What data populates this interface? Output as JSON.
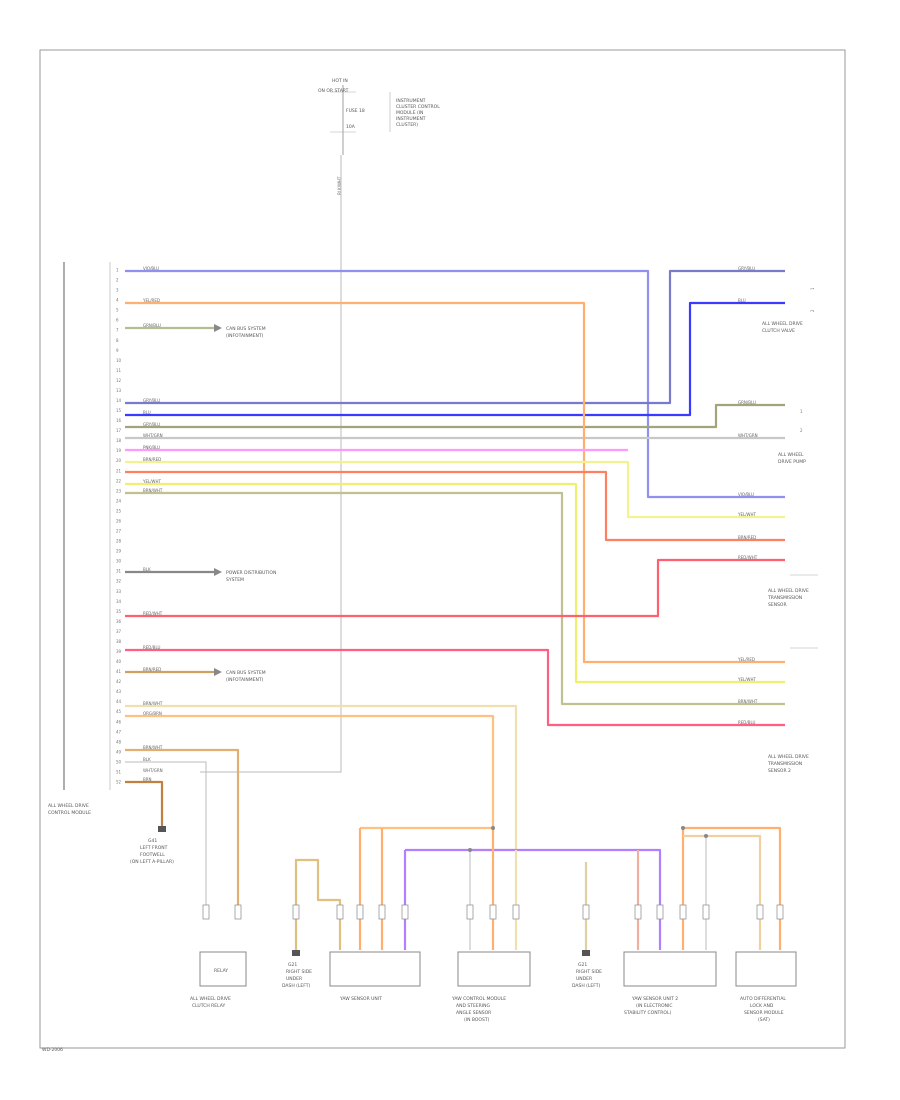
{
  "diagram": {
    "footer_id": "WD-2006",
    "top_connector": {
      "lines": [
        "HOT IN",
        "ON OR START",
        "FUSE 18",
        "10A"
      ],
      "label": [
        "INSTRUMENT",
        "CLUSTER CONTROL",
        "MODULE (IN",
        "INSTRUMENT",
        "CLUSTER)"
      ],
      "wire": "BLK/WHT"
    },
    "module_label": [
      "ALL WHEEL DRIVE",
      "CONTROL MODULE"
    ],
    "pins": [
      "1",
      "2",
      "3",
      "4",
      "5",
      "6",
      "7",
      "8",
      "9",
      "10",
      "11",
      "12",
      "13",
      "14",
      "15",
      "16",
      "17",
      "18",
      "19",
      "20",
      "21",
      "22",
      "23",
      "24",
      "25",
      "26",
      "27",
      "28",
      "29",
      "30",
      "31",
      "32",
      "33",
      "34",
      "35",
      "36",
      "37",
      "38",
      "39",
      "40",
      "41",
      "42",
      "43",
      "44",
      "45",
      "46",
      "47",
      "48",
      "49",
      "50",
      "51",
      "52"
    ],
    "wire_labels": [
      "VIO/BLU",
      "YEL/RED",
      "GRN/BLU",
      "GRY/BLU",
      "BLU",
      "GRY/BLU",
      "WHT/GRN",
      "PNK/BLU",
      "BRN/RED",
      "YEL/WHT",
      "BRN/WHT",
      "BLK",
      "RED/WHT",
      "RED/BLU",
      "BRN/RED",
      "BRN/WHT",
      "ORG/BRN",
      "BRN/WHT",
      "BLK",
      "WHT/GRN",
      "BRN"
    ],
    "right_wire_labels": [
      "GRY/BLU",
      "BLU",
      "GRN/BLU",
      "WHT/GRN",
      "VIO/BLU",
      "YEL/WHT",
      "BRN/RED",
      "RED/WHT",
      "YEL/RED",
      "YEL/WHT",
      "BRN/WHT",
      "RED/BLU"
    ],
    "refs": {
      "ref1": [
        "CAN BUS SYSTEM",
        "(INFOTAINMENT)"
      ],
      "ref2": [
        "POWER DISTRIBUTION",
        "SYSTEM"
      ],
      "ref3": [
        "CAN BUS SYSTEM",
        "(INFOTAINMENT)"
      ]
    },
    "right_components": [
      {
        "label": [
          "ALL WHEEL DRIVE",
          "CLUTCH VALVE"
        ],
        "pins": [
          "1",
          "2"
        ]
      },
      {
        "label": [
          "ALL WHEEL",
          "DRIVE PUMP"
        ],
        "pins": [
          "1",
          "2"
        ]
      },
      {
        "label": [
          "ALL WHEEL DRIVE",
          "TRANSMISSION",
          "SENSOR"
        ],
        "pins": []
      },
      {
        "label": [
          "ALL WHEEL DRIVE",
          "TRANSMISSION",
          "SENSOR 2"
        ],
        "pins": []
      }
    ],
    "ground_g1": [
      "G41",
      "LEFT FRONT",
      "FOOTWELL",
      "(ON LEFT A-PILLAR)"
    ],
    "bottom": {
      "relay_text": "RELAY",
      "relay_label": [
        "ALL WHEEL DRIVE",
        "CLUTCH RELAY"
      ],
      "ground_g2": [
        "G21",
        "RIGHT SIDE",
        "UNDER",
        "DASH (LEFT)"
      ],
      "ground_g3": [
        "G21",
        "RIGHT SIDE",
        "UNDER",
        "DASH (LEFT)"
      ],
      "comp1": "YAW SENSOR UNIT",
      "comp2": [
        "YAW CONTROL MODULE",
        "AND STEERING",
        "ANGLE SENSOR",
        "(IN BOOST)"
      ],
      "comp3": [
        "YAW SENSOR UNIT 2",
        "(IN ELECTRONIC",
        "STABILITY CONTROL)"
      ],
      "comp4": [
        "AUTO DIFFERENTIAL",
        "LOCK AND",
        "SENSOR MODULE",
        "(SAT)"
      ]
    }
  }
}
